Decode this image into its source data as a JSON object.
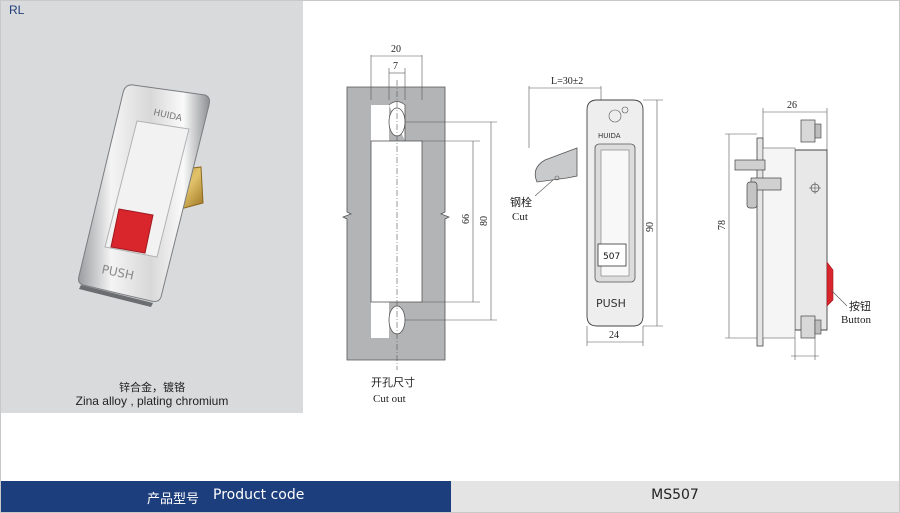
{
  "series_label": "RL",
  "photo": {
    "material_cn": "锌合金，镀铬",
    "material_en": "Zina alloy , plating chromium",
    "body_text": "PUSH",
    "brand_text": "HUIDA"
  },
  "drawings": {
    "cutout": {
      "dim_top_outer": "20",
      "dim_top_inner": "7",
      "dim_inner_height": "66",
      "dim_outer_height": "80",
      "caption_cn": "开孔尺寸",
      "caption_en": "Cut out"
    },
    "front": {
      "dim_length": "L=30±2",
      "dim_height": "90",
      "dim_width": "24",
      "label_cn": "钢栓",
      "label_en": "Cut",
      "model_tag": "507",
      "push_text": "PUSH",
      "brand_text": "HUIDA"
    },
    "side": {
      "dim_top": "26",
      "dim_height": "78",
      "label_cn": "按钮",
      "label_en": "Button"
    }
  },
  "footer": {
    "product_code_cn": "产品型号",
    "product_code_en": "Product code",
    "product_code_value": "MS507"
  },
  "colors": {
    "navy": "#1d3e7c",
    "panel_gray": "#d9dadc",
    "red_button": "#d9252c"
  }
}
